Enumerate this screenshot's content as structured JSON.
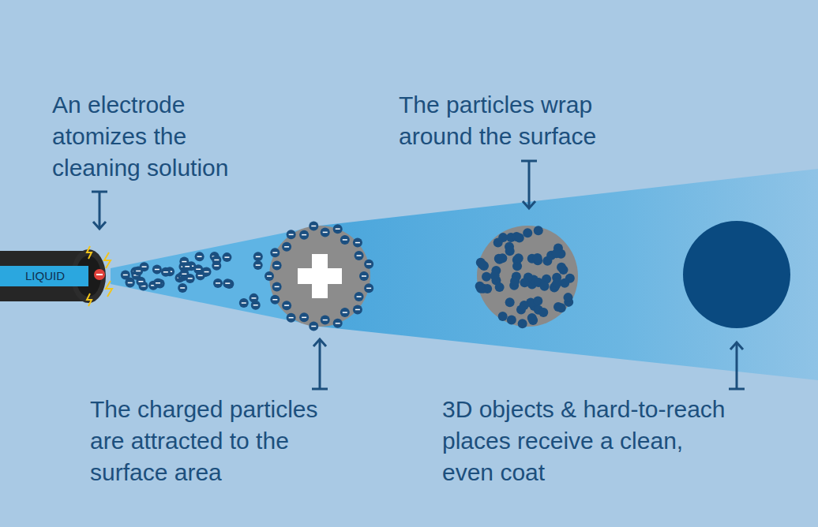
{
  "diagram": {
    "nodes": [
      {
        "text": [
          "LIQUID"
        ]
      }
    ],
    "labels": [
      "An electrode atomizes the cleaning solution",
      "The particles wrap around the surface",
      "The charged particles are attracted to the surface area",
      "3D objects & hard-to-reach places receive a clean, even coat"
    ]
  }
}
